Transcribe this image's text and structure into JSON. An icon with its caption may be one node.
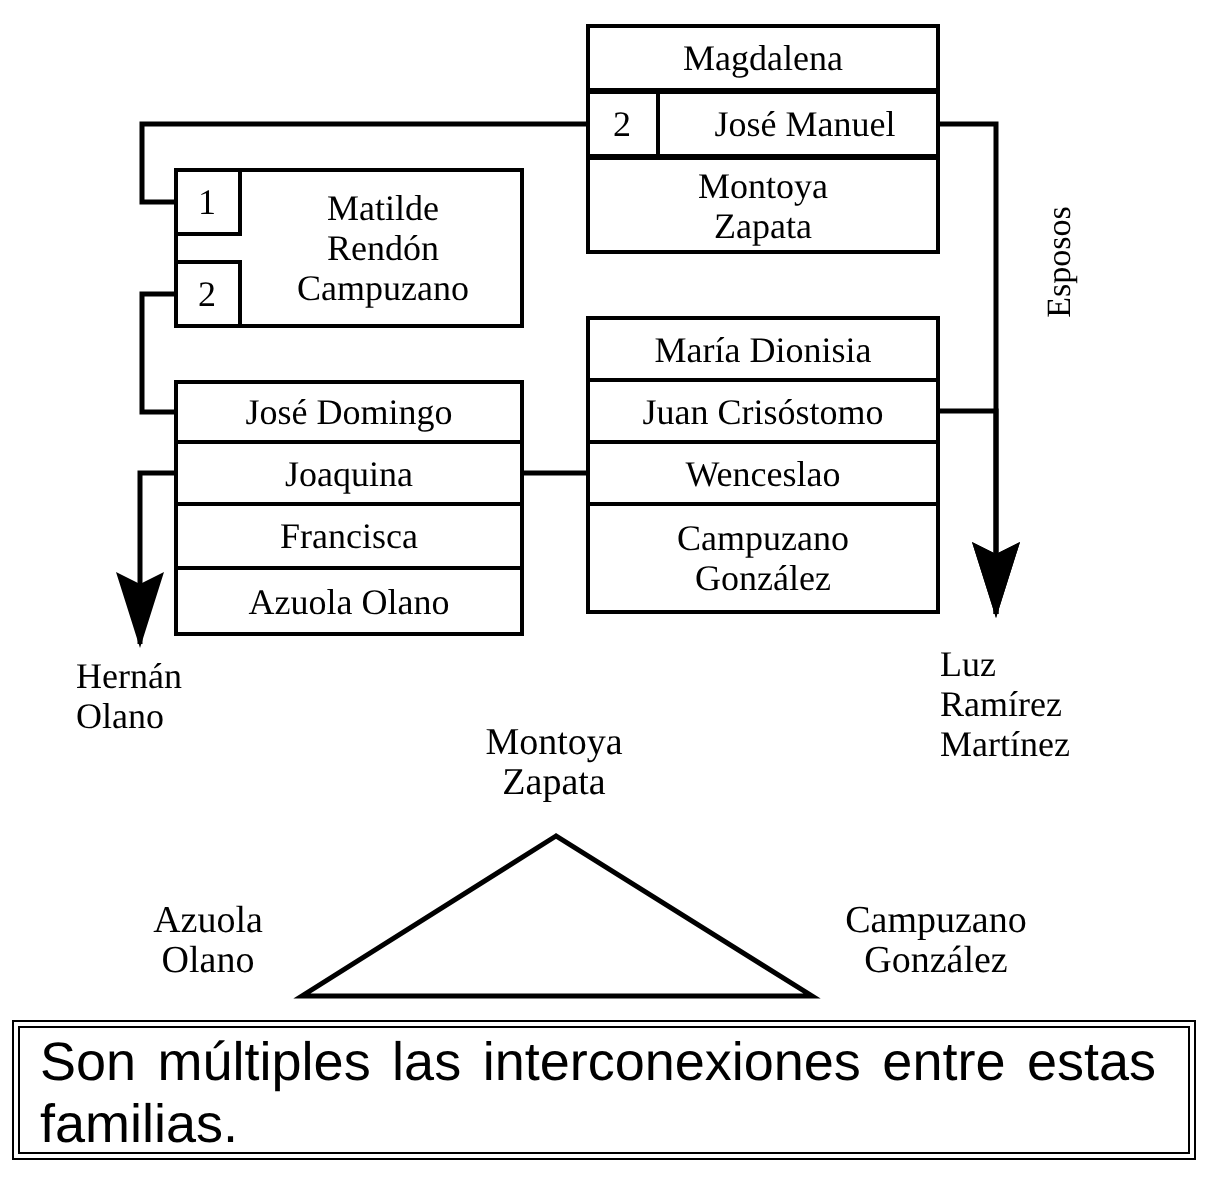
{
  "diagram": {
    "caption": "Son múltiples las interconexiones entre estas familias.",
    "nodes": [
      {
        "text": [
          "Magdalena"
        ]
      },
      {
        "text": [
          "José Manuel"
        ]
      },
      {
        "text": [
          "2"
        ],
        "in": 1
      },
      {
        "text": [
          "Montoya Zapata"
        ]
      },
      {
        "text": [
          "Matilde Rendón Campuzano"
        ]
      },
      {
        "text": [
          "1"
        ],
        "in": 4
      },
      {
        "text": [
          "2"
        ],
        "in": 4
      },
      {
        "text": [
          "José Domingo"
        ]
      },
      {
        "text": [
          "Joaquina"
        ]
      },
      {
        "text": [
          "Francisca"
        ]
      },
      {
        "text": [
          "Azuola Olano"
        ]
      },
      {
        "text": [
          "María Dionisia"
        ]
      },
      {
        "text": [
          "Juan Crisóstomo"
        ]
      },
      {
        "text": [
          "Wenceslao"
        ]
      },
      {
        "text": [
          "Campuzano González"
        ]
      },
      {
        "text": [
          "Hernán Olano"
        ]
      },
      {
        "text": [
          "Luz Ramírez Martínez"
        ]
      }
    ],
    "edges": [
      {
        "from": 2,
        "to": 5,
        "arrow": "none"
      },
      {
        "from": 6,
        "to": 7,
        "arrow": "none"
      },
      {
        "from": 8,
        "to": 15,
        "arrow": "to"
      },
      {
        "from": 8,
        "to": 13,
        "arrow": "none"
      },
      {
        "from": 1,
        "to": 16,
        "arrow": "to",
        "label": "Esposos"
      },
      {
        "from": 12,
        "to": 16,
        "arrow": "to"
      }
    ],
    "labels": [
      "Montoya Zapata",
      "Azuola Olano",
      "Campuzano González"
    ]
  }
}
